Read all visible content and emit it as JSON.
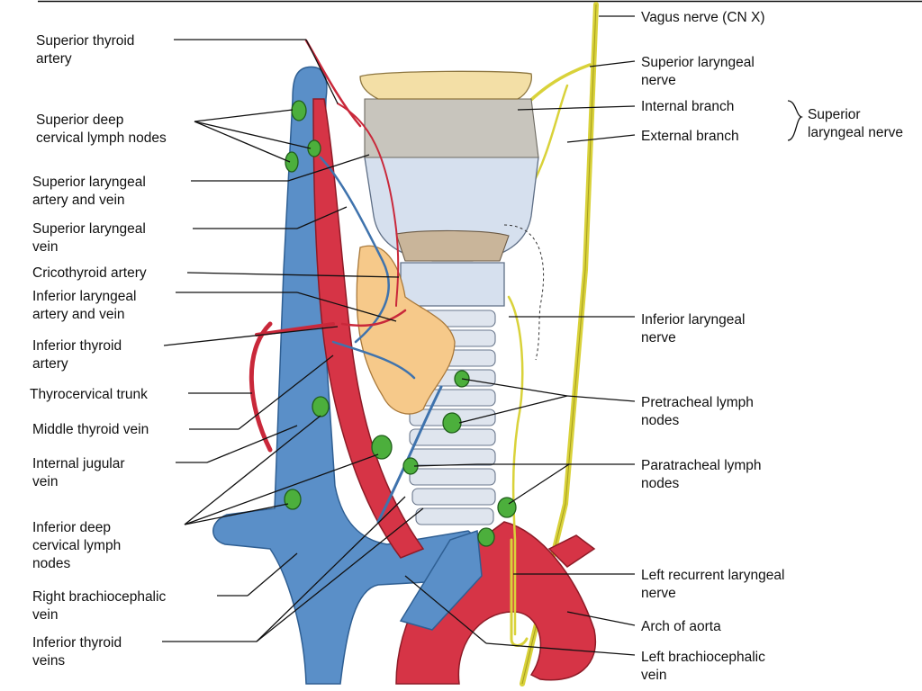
{
  "labels": {
    "superior_thyroid_artery": [
      "Superior thyroid",
      "artery"
    ],
    "superior_deep_cervical_nodes": [
      "Superior deep",
      "cervical lymph nodes"
    ],
    "superior_laryngeal_artery_vein": [
      "Superior laryngeal",
      "artery and vein"
    ],
    "superior_laryngeal_vein": [
      "Superior laryngeal",
      "vein"
    ],
    "cricothyroid_artery": [
      "Cricothyroid artery"
    ],
    "inferior_laryngeal_artery_vein": [
      "Inferior laryngeal",
      "artery and vein"
    ],
    "inferior_thyroid_artery": [
      "Inferior thyroid",
      "artery"
    ],
    "thyrocervical_trunk": [
      "Thyrocervical trunk"
    ],
    "middle_thyroid_vein": [
      "Middle thyroid vein"
    ],
    "internal_jugular_vein": [
      "Internal jugular",
      "vein"
    ],
    "inferior_deep_cervical_nodes": [
      "Inferior deep",
      "cervical lymph",
      "nodes"
    ],
    "right_brachiocephalic_vein": [
      "Right brachiocephalic",
      "vein"
    ],
    "inferior_thyroid_veins": [
      "Inferior thyroid",
      "veins"
    ],
    "vagus_nerve": [
      "Vagus nerve (CN X)"
    ],
    "superior_laryngeal_nerve": [
      "Superior laryngeal",
      "nerve"
    ],
    "internal_branch": [
      "Internal branch"
    ],
    "external_branch": [
      "External branch"
    ],
    "superior_laryngeal_nerve_group": [
      "Superior",
      "laryngeal nerve"
    ],
    "inferior_laryngeal_nerve": [
      "Inferior laryngeal",
      "nerve"
    ],
    "pretracheal_nodes": [
      "Pretracheal lymph",
      "nodes"
    ],
    "paratracheal_nodes": [
      "Paratracheal lymph",
      "nodes"
    ],
    "left_recurrent_laryngeal_nerve": [
      "Left recurrent laryngeal",
      "nerve"
    ],
    "arch_of_aorta": [
      "Arch of aorta"
    ],
    "left_brachiocephalic_vein": [
      "Left brachiocephalic",
      "vein"
    ]
  },
  "colors": {
    "vein": "#5a8fc8",
    "artery": "#d63446",
    "nerve": "#d9d23a",
    "lymph_node": "#4caf3c",
    "thyroid_gland": "#f6c98a",
    "cartilage": "#d6e0ee",
    "hyoid": "#f3dfa6"
  }
}
